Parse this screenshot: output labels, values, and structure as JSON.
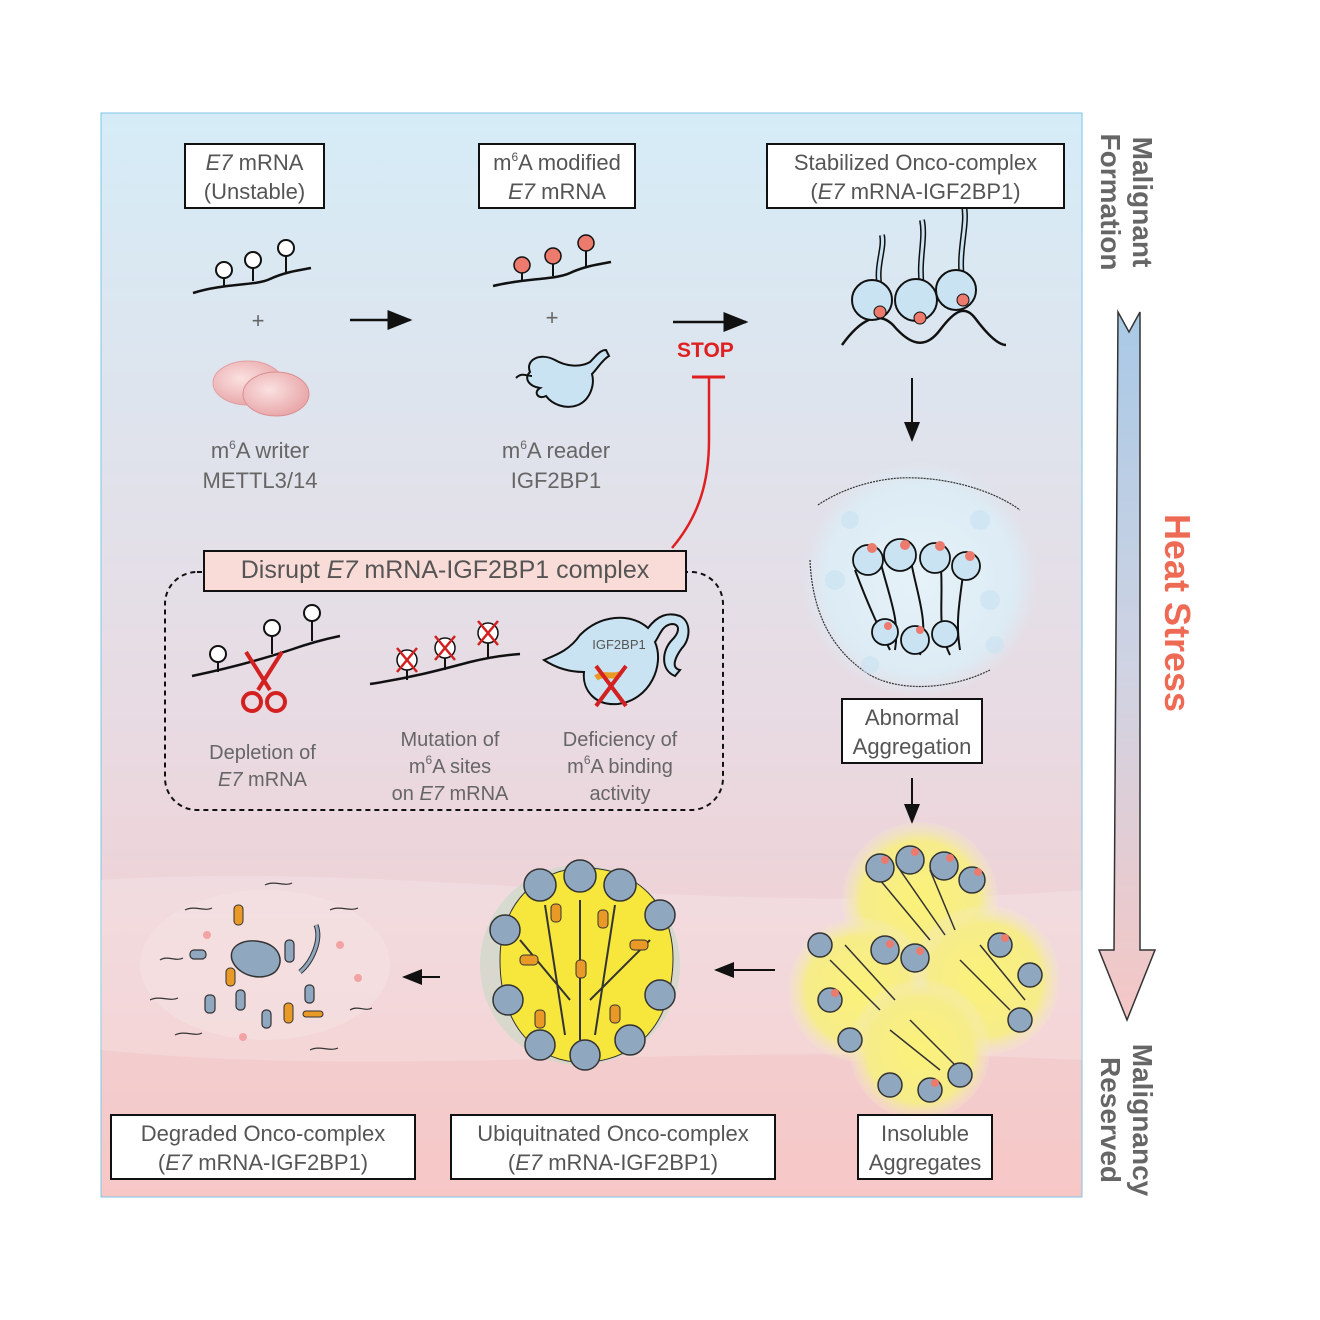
{
  "boxes": {
    "e7_mrna": {
      "line1_italic": "E7",
      "line1_rest": " mRNA",
      "line2": "(Unstable)"
    },
    "m6a_modified": {
      "line1_pre": "m",
      "line1_sup": "6",
      "line1_rest": "A modified",
      "line2_italic": "E7",
      "line2_rest": " mRNA"
    },
    "stabilized": {
      "line1": "Stabilized Onco-complex",
      "line2_pre": "(",
      "line2_italic": "E7",
      "line2_rest": " mRNA-IGF2BP1)"
    },
    "abnormal": {
      "line1": "Abnormal",
      "line2": "Aggregation"
    },
    "insoluble": {
      "line1": "Insoluble",
      "line2": "Aggregates"
    },
    "ubiquitinated": {
      "line1": "Ubiquitnated Onco-complex",
      "line2_pre": "(",
      "line2_italic": "E7",
      "line2_rest": " mRNA-IGF2BP1)"
    },
    "degraded": {
      "line1": "Degraded Onco-complex",
      "line2_pre": "(",
      "line2_italic": "E7",
      "line2_rest": " mRNA-IGF2BP1)"
    }
  },
  "labels": {
    "writer": {
      "line1_pre": "m",
      "line1_sup": "6",
      "line1_rest": "A writer",
      "line2": "METTL3/14"
    },
    "reader": {
      "line1_pre": "m",
      "line1_sup": "6",
      "line1_rest": "A reader",
      "line2": "IGF2BP1"
    },
    "plus": "+",
    "stop": "STOP"
  },
  "disrupt": {
    "title_pre": "Disrupt ",
    "title_italic": "E7",
    "title_rest": " mRNA-IGF2BP1 complex",
    "depletion": {
      "line1": "Depletion of",
      "line2_italic": "E7",
      "line2_rest": " mRNA"
    },
    "mutation": {
      "line1": "Mutation of",
      "line2_pre": "m",
      "line2_sup": "6",
      "line2_rest": "A sites",
      "line3_pre": "on ",
      "line3_italic": "E7",
      "line3_rest": " mRNA"
    },
    "deficiency": {
      "line1": "Deficiency of",
      "line2_pre": "m",
      "line2_sup": "6",
      "line2_rest": "A binding",
      "line3": "activity"
    },
    "protein_label": "IGF2BP1"
  },
  "side": {
    "top_line1": "Malignant",
    "top_line2": "Formation",
    "bottom_line1": "Malignancy",
    "bottom_line2": "Reserved",
    "heat": "Heat Stress"
  },
  "colors": {
    "panel_top": "#d5ecf7",
    "panel_bottom": "#f6c9c9",
    "protein": "#c9e3f2",
    "protein_dark": "#8fa8bf",
    "m6a": "#ec7a6d",
    "aggregate": "#f7ee5a",
    "ubiquitin": "#e99a26",
    "stop_red": "#e02020",
    "heat_red": "#ee6a55"
  }
}
